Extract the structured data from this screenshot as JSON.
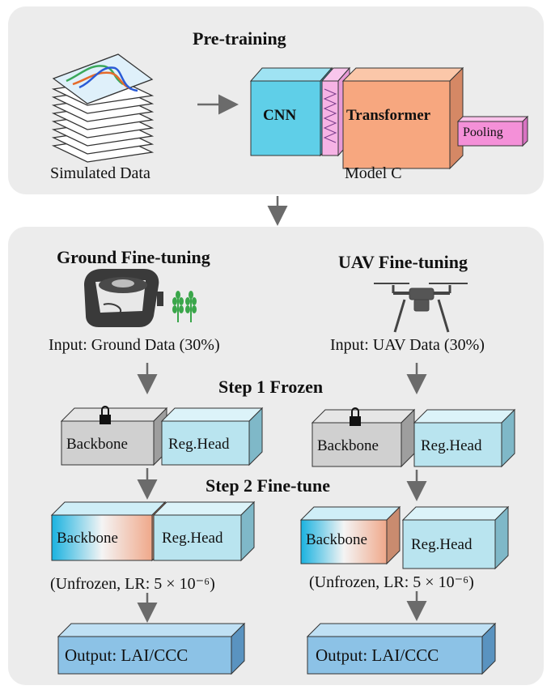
{
  "pretraining": {
    "title": "Pre-training",
    "simulated_label": "Simulated Data",
    "model_label": "Model C",
    "cnn_label": "CNN",
    "transformer_label": "Transformer",
    "pooling_label": "Pooling"
  },
  "ground": {
    "title": "Ground Fine-tuning",
    "input_label": "Input: Ground Data (30%)",
    "backbone_label": "Backbone",
    "head_label": "Reg.Head",
    "backbone2_label": "Backbone",
    "head2_label": "Reg.Head",
    "unfrozen_label": "(Unfrozen, LR: 5 × 10⁻⁶)",
    "output_label": "Output: LAI/CCC"
  },
  "uav": {
    "title": "UAV Fine-tuning",
    "input_label": "Input: UAV Data (30%)",
    "backbone_label": "Backbone",
    "head_label": "Reg.Head",
    "backbone2_label": "Backbone",
    "head2_label": "Reg.Head",
    "unfrozen_label": "(Unfrozen, LR: 5 × 10⁻⁶)",
    "output_label": "Output: LAI/CCC"
  },
  "steps": {
    "step1": "Step 1 Frozen",
    "step2": "Step 2 Fine-tune"
  },
  "colors": {
    "cnn": "#5fcfe8",
    "transformer": "#f7a77f",
    "pooling": "#f490d8",
    "frozen_backbone": "#d0d0d0",
    "head": "#b9e4ef",
    "output": "#8cc2e6"
  }
}
